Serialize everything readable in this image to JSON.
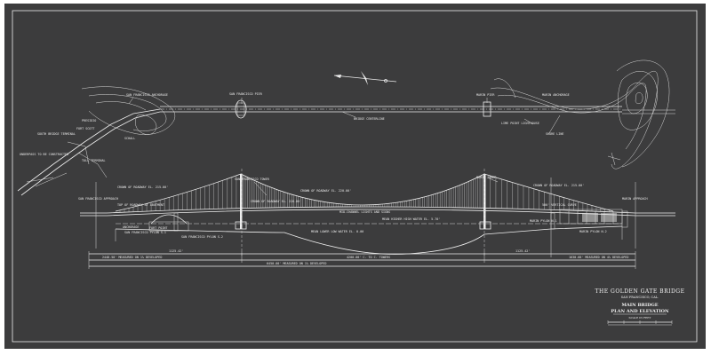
{
  "plan": {
    "labels": {
      "sf_anchorage": "SAN FRANCISCO ANCHORAGE",
      "sf_pier": "SAN FRANCISCO PIER",
      "marin_pier": "MARIN PIER",
      "marin_anchorage": "MARIN ANCHORAGE",
      "presidio": "PRESIDIO",
      "fort_scott": "FORT SCOTT",
      "south_terminal": "SOUTH BRIDGE TERMINAL",
      "underpass": "UNDERPASS TO BE CONSTRUCTED",
      "toll": "TOLL TERMINAL",
      "schall": "SCHALL",
      "center": "BRIDGE CENTERLINE",
      "lighthouse": "LIME POINT LIGHTHOUSE",
      "shore_line": "SHORE LINE"
    }
  },
  "elevation": {
    "labels": {
      "sf_tower": "SAN FRANCISCO TOWER",
      "marin_tower": "MARIN TOWER",
      "crown_left": "CROWN OF ROADWAY EL. 215.00'",
      "crown_mid_left": "CROWN OF ROADWAY EL. 220.00'",
      "crown_mid_right": "CROWN OF ROADWAY EL. 220.00'",
      "crown_right": "CROWN OF ROADWAY EL. 215.00'",
      "sf_approach": "SAN FRANCISCO APPROACH",
      "marin_approach": "MARIN APPROACH",
      "top_left": "TOP OF ROADWAY AT ABUTMENT",
      "channel": "MID-CHANNEL LIGHTS AND SIGNS",
      "mlw": "MEAN LOWER LOW WATER EL. 0.00",
      "mhw": "MEAN HIGHER HIGH WATER EL. 5.70'",
      "sf_pylon": "SAN FRANCISCO PYLON S-1",
      "pylon_s2": "SAN FRANCISCO PYLON S-2",
      "fort_point": "FORT POINT",
      "anchorage": "ANCHORAGE",
      "marin_pylon": "MARIN PYLON N-2",
      "marin_pylon2": "MARIN PYLON N-1",
      "vertical_curve": "500' VERTICAL CURVE",
      "dim_left": "1125.42'",
      "dim_center": "4200.00' C. TO C. TOWERS",
      "dim_right": "1125.42'",
      "measure_left": "2448.58' MEASURED ON 1% DEVELOPED",
      "measure_right": "1630.68' MEASURED ON 4% DEVELOPED",
      "total": "6450.00' MEASURED ON 1% DEVELOPED"
    }
  },
  "title_block": {
    "line1": "THE GOLDEN GATE BRIDGE",
    "line2": "SAN FRANCISCO, CAL.",
    "line3": "MAIN BRIDGE",
    "line4": "PLAN AND ELEVATION",
    "scale": "SCALE IN FEET"
  },
  "colors": {
    "board": "#3c3c3d",
    "ink": "#eeeeee",
    "frame": "#ffffff"
  }
}
